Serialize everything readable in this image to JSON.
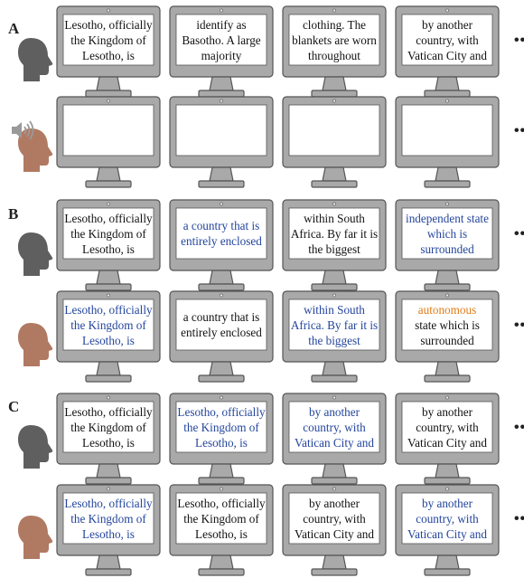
{
  "panels": [
    {
      "label": "A",
      "rows": [
        {
          "cells": [
            {
              "text": "Lesotho, officially the Kingdom of Lesotho, is",
              "style": "plain"
            },
            {
              "text": "identify as Basotho. A large majority",
              "style": "plain"
            },
            {
              "text": "clothing. The blankets are worn throughout",
              "style": "plain"
            },
            {
              "text": "by another country, with Vatican City and",
              "style": "plain"
            }
          ]
        },
        {
          "cells": [
            {
              "text": "",
              "style": "plain"
            },
            {
              "text": "",
              "style": "plain"
            },
            {
              "text": "",
              "style": "plain"
            },
            {
              "text": "",
              "style": "plain"
            }
          ]
        }
      ]
    },
    {
      "label": "B",
      "rows": [
        {
          "cells": [
            {
              "text": "Lesotho, officially the Kingdom of Lesotho, is",
              "style": "plain"
            },
            {
              "text": "a country that is entirely enclosed",
              "style": "highlight"
            },
            {
              "text": "within South Africa. By far it is the biggest",
              "style": "plain"
            },
            {
              "text": "independent state which is surrounded",
              "style": "highlight"
            }
          ]
        },
        {
          "cells": [
            {
              "text": "Lesotho, officially the Kingdom of Lesotho, is",
              "style": "highlight"
            },
            {
              "text": "a country that is entirely enclosed",
              "style": "plain"
            },
            {
              "text": "within South Africa. By far it is the biggest",
              "style": "highlight"
            },
            {
              "text": "autonomous state which is surrounded",
              "style": "mixed"
            }
          ]
        }
      ]
    },
    {
      "label": "C",
      "rows": [
        {
          "cells": [
            {
              "text": "Lesotho, officially the Kingdom of Lesotho, is",
              "style": "plain"
            },
            {
              "text": "Lesotho, officially the Kingdom of Lesotho, is",
              "style": "highlight"
            },
            {
              "text": "by another country, with Vatican City and",
              "style": "highlight"
            },
            {
              "text": "by another country, with Vatican City and",
              "style": "plain"
            }
          ]
        },
        {
          "cells": [
            {
              "text": "Lesotho, officially the Kingdom of Lesotho, is",
              "style": "highlight"
            },
            {
              "text": "Lesotho, officially the Kingdom of Lesotho, is",
              "style": "plain"
            },
            {
              "text": "by another country, with Vatican City and",
              "style": "plain"
            },
            {
              "text": "by another country, with Vatican City and",
              "style": "highlight"
            }
          ]
        }
      ]
    }
  ],
  "mixed_highlight_word": "autonomous",
  "continuation": "••",
  "icons": {
    "head_gray": "person-head-icon-gray",
    "head_brown": "person-head-icon-brown",
    "speaker": "speaker-icon"
  },
  "colors": {
    "monitor_body": "#a9a9a9",
    "monitor_stroke": "#555555",
    "highlight_text": "#23459c",
    "mixed_highlight_text": "#e07b16",
    "head_gray": "#5f5f5f",
    "head_brown": "#b07a62"
  }
}
